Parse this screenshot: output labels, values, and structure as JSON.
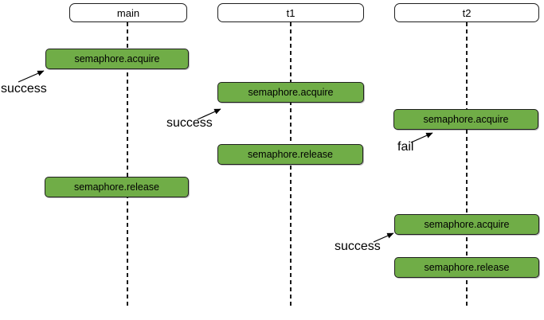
{
  "diagram": {
    "type": "sequence-diagram",
    "subject": "semaphore acquire/release across three threads"
  },
  "colors": {
    "activation_fill": "#70ad47",
    "activation_border": "#1f1f1f",
    "header_fill": "#ffffff",
    "header_border": "#1f1f1f",
    "lifeline_color": "#1a1a1a",
    "text_color": "#000000",
    "background": "#ffffff"
  },
  "headers": [
    {
      "label": "main"
    },
    {
      "label": "t1"
    },
    {
      "label": "t2"
    }
  ],
  "boxes": [
    {
      "lifeline": "main",
      "label": "semaphore.acquire"
    },
    {
      "lifeline": "t1",
      "label": "semaphore.acquire"
    },
    {
      "lifeline": "t2",
      "label": "semaphore.acquire"
    },
    {
      "lifeline": "t1",
      "label": "semaphore.release"
    },
    {
      "lifeline": "main",
      "label": "semaphore.release"
    },
    {
      "lifeline": "t2",
      "label": "semaphore.acquire"
    },
    {
      "lifeline": "t2",
      "label": "semaphore.release"
    }
  ],
  "annotations": [
    {
      "text": "success",
      "target": "main semaphore.acquire"
    },
    {
      "text": "success",
      "target": "t1 semaphore.acquire"
    },
    {
      "text": "fail",
      "target": "t2 first semaphore.acquire"
    },
    {
      "text": "success",
      "target": "t2 second semaphore.acquire"
    }
  ]
}
